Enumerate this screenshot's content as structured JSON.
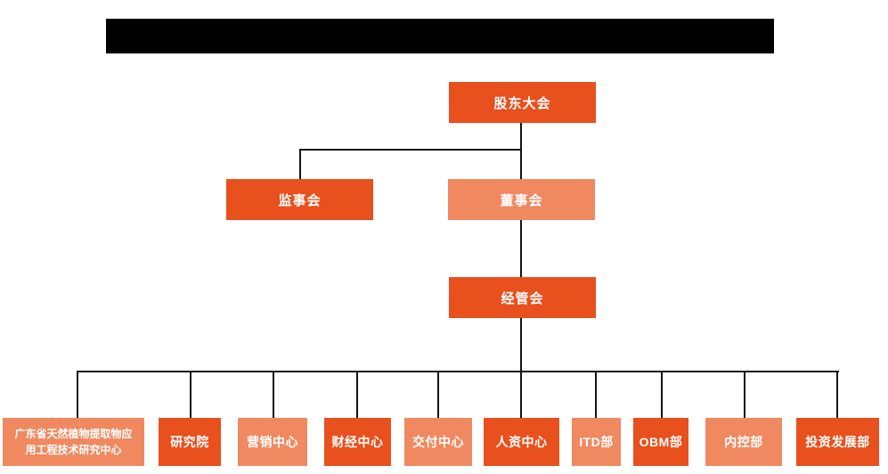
{
  "colors": {
    "primary": "#e8501d",
    "secondary": "#f08960",
    "line": "#141414",
    "box_text": "#ffffff",
    "redacted_bar": "#000000",
    "background": "#ffffff"
  },
  "org_chart": {
    "type": "organization-chart",
    "title_bar": {
      "redacted": true,
      "visible_text": ""
    },
    "root": {
      "label": "股东大会",
      "variant": "primary"
    },
    "level2": [
      {
        "label": "监事会",
        "variant": "primary"
      },
      {
        "label": "董事会",
        "variant": "secondary"
      }
    ],
    "level3": {
      "label": "经管会",
      "variant": "primary"
    },
    "departments": [
      {
        "label": "广东省天然植物提取物应用工程技术研究中心",
        "variant": "secondary"
      },
      {
        "label": "研究院",
        "variant": "primary"
      },
      {
        "label": "营销中心",
        "variant": "secondary"
      },
      {
        "label": "财经中心",
        "variant": "primary"
      },
      {
        "label": "交付中心",
        "variant": "secondary"
      },
      {
        "label": "人资中心",
        "variant": "primary"
      },
      {
        "label": "ITD部",
        "variant": "secondary"
      },
      {
        "label": "OBM部",
        "variant": "primary"
      },
      {
        "label": "内控部",
        "variant": "secondary"
      },
      {
        "label": "投资发展部",
        "variant": "primary"
      }
    ],
    "hierarchy": {
      "股东大会": [
        "监事会",
        "董事会"
      ],
      "董事会": [
        "经管会"
      ],
      "经管会": [
        "广东省天然植物提取物应用工程技术研究中心",
        "研究院",
        "营销中心",
        "财经中心",
        "交付中心",
        "人资中心",
        "ITD部",
        "OBM部",
        "内控部",
        "投资发展部"
      ]
    }
  }
}
